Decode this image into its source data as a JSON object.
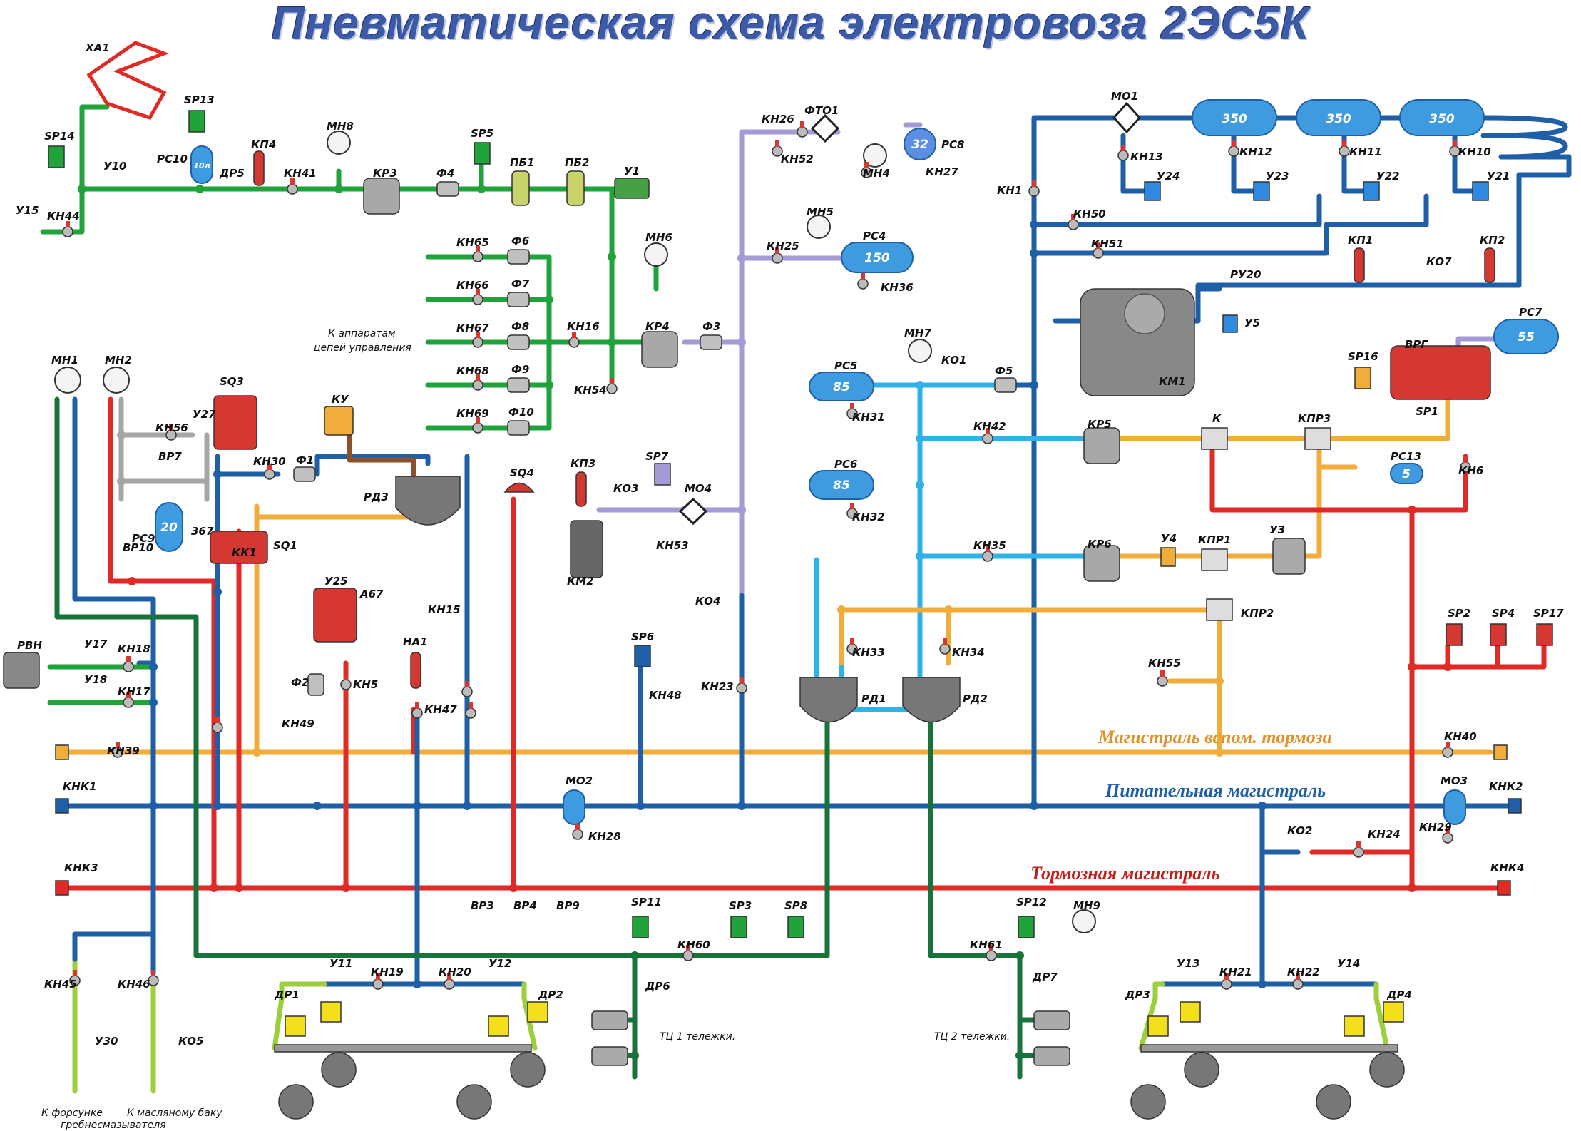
{
  "title": "Пневматическая схема электровоза 2ЭС5К",
  "colors": {
    "feed": "#1e5fa8",
    "brake": "#e12a25",
    "aux_brake": "#f0ad3c",
    "control": "#1fa33a",
    "light_blue": "#2fb2e6",
    "violet": "#a69ad6",
    "dark_green": "#17733a",
    "gray": "#a6a6a6",
    "lime": "#9ccf3c",
    "brown": "#8b5030",
    "tank": "#3f9be0",
    "valve": "#d43830"
  },
  "mains": {
    "aux": "Магистраль   вспом. тормоза",
    "feed": "Питательная   магистраль",
    "brake": "Тормозная   магистраль"
  },
  "tanks": {
    "t350_1": "350",
    "t350_2": "350",
    "t350_3": "350",
    "pc4": "150",
    "pc5": "85",
    "pc6": "85",
    "pc7": "55",
    "pc8": "32",
    "pc9": "20",
    "pc13": "5",
    "pc10": "10л"
  },
  "notes": {
    "control_apparatus": "К  аппаратам",
    "control_apparatus2": "цепей управления",
    "tc1": "ТЦ 1 тележки.",
    "tc2": "ТЦ 2 тележки.",
    "nozzle": "К форсунке",
    "nozzle2": "гребнесмазывателя",
    "oil": "К масляному баку"
  },
  "labels": {
    "XA1": "ХА1",
    "SP13": "SP13",
    "SP14": "SP14",
    "U10": "У10",
    "PC10": "РС10",
    "DR5": "ДР5",
    "KP4": "КП4",
    "MN8": "МН8",
    "SP5": "SP5",
    "KN41": "КН41",
    "KR3": "КР3",
    "F4": "Ф4",
    "PB1": "ПБ1",
    "PB2": "ПБ2",
    "U1": "У1",
    "U15": "У15",
    "KN44": "КН44",
    "KN26": "КН26",
    "FTO1": "ФТО1",
    "KN52": "КН52",
    "MN4": "МН4",
    "KN27": "КН27",
    "PC8": "РС8",
    "MN5": "МН5",
    "KN25": "КН25",
    "PC4": "РС4",
    "KN36": "КН36",
    "MO1": "МО1",
    "KN13": "КН13",
    "KN12": "КН12",
    "KN11": "КН11",
    "KN10": "КН10",
    "U24": "У24",
    "U23": "У23",
    "U22": "У22",
    "U21": "У21",
    "KN1": "КН1",
    "KN50": "КН50",
    "KN51": "КН51",
    "KP1": "КП1",
    "KP2": "КП2",
    "KO7": "КО7",
    "RU20": "РУ20",
    "U5": "У5",
    "KM1": "КМ1",
    "KN65": "КН65",
    "KN66": "КН66",
    "KN67": "КН67",
    "KN68": "КН68",
    "KN69": "КН69",
    "F6": "Ф6",
    "F7": "Ф7",
    "F8": "Ф8",
    "F9": "Ф9",
    "F10": "Ф10",
    "MN6": "МН6",
    "KN16": "КН16",
    "KR4": "КР4",
    "F3": "Ф3",
    "KN54": "КН54",
    "MN1": "МН1",
    "MN2": "МН2",
    "SQ3": "SQ3",
    "U27": "У27",
    "KN56": "КН56",
    "VR7": "ВР7",
    "PC9": "РС9",
    "KN30": "КН30",
    "F1": "Ф1",
    "KU": "КУ",
    "RD3": "РД3",
    "Z367": "367",
    "SQ1": "SQ1",
    "KK1": "КК1",
    "VR10": "ВР10",
    "SQ4": "SQ4",
    "KP3": "КП3",
    "KO3": "КО3",
    "SP7": "SP7",
    "MO4": "МО4",
    "KN53": "КН53",
    "KM2": "КМ2",
    "MN7": "МН7",
    "KO1": "КО1",
    "F5": "Ф5",
    "PC5": "РС5",
    "KN31": "КН31",
    "KN42": "КН42",
    "KR5": "КР5",
    "K": "К",
    "KPR3": "КПР3",
    "PC7": "РС7",
    "VRG": "ВРГ",
    "SP16": "SP16",
    "SP1": "SP1",
    "PC13": "РС13",
    "KN6": "КН6",
    "PC6": "РС6",
    "KN32": "КН32",
    "KN35": "КН35",
    "KR6": "КР6",
    "U4": "У4",
    "KPR1": "КПР1",
    "U3": "У3",
    "KPR2": "КПР2",
    "KO4": "КО4",
    "KN15": "КН15",
    "U25": "У25",
    "A67": "А67",
    "F2": "Ф2",
    "KN5": "КН5",
    "HA1": "НА1",
    "KN47": "КН47",
    "KN49": "КН49",
    "SP6": "SP6",
    "KN48": "КН48",
    "KN23": "КН23",
    "KN33": "КН33",
    "KN34": "КН34",
    "RD1": "РД1",
    "RD2": "РД2",
    "KN55": "КН55",
    "SP2": "SP2",
    "SP4": "SP4",
    "SP17": "SP17",
    "RVN": "РВН",
    "U17": "У17",
    "KN18": "КН18",
    "U18": "У18",
    "KN17": "КН17",
    "KN39": "КН39",
    "KN40": "КН40",
    "KNK1": "КНК1",
    "KNK2": "КНК2",
    "KNK3": "КНК3",
    "KNK4": "КНК4",
    "MO2": "МО2",
    "KN28": "КН28",
    "MO3": "МО3",
    "KN29": "КН29",
    "KO2": "КО2",
    "KN24": "КН24",
    "VR3": "ВР3",
    "VR4": "ВР4",
    "VR9": "ВР9",
    "SP11": "SP11",
    "SP3": "SP3",
    "SP8": "SP8",
    "KN60": "КН60",
    "DR6": "ДР6",
    "SP12": "SP12",
    "MN9": "МН9",
    "KN61": "КН61",
    "DR7": "ДР7",
    "U11": "У11",
    "KN19": "КН19",
    "KN20": "КН20",
    "U12": "У12",
    "DR1": "ДР1",
    "DR2": "ДР2",
    "U13": "У13",
    "KN21": "КН21",
    "KN22": "КН22",
    "U14": "У14",
    "DR3": "ДР3",
    "DR4": "ДР4",
    "KN45": "КН45",
    "KN46": "КН46",
    "U30": "У30",
    "KO5": "КО5"
  }
}
